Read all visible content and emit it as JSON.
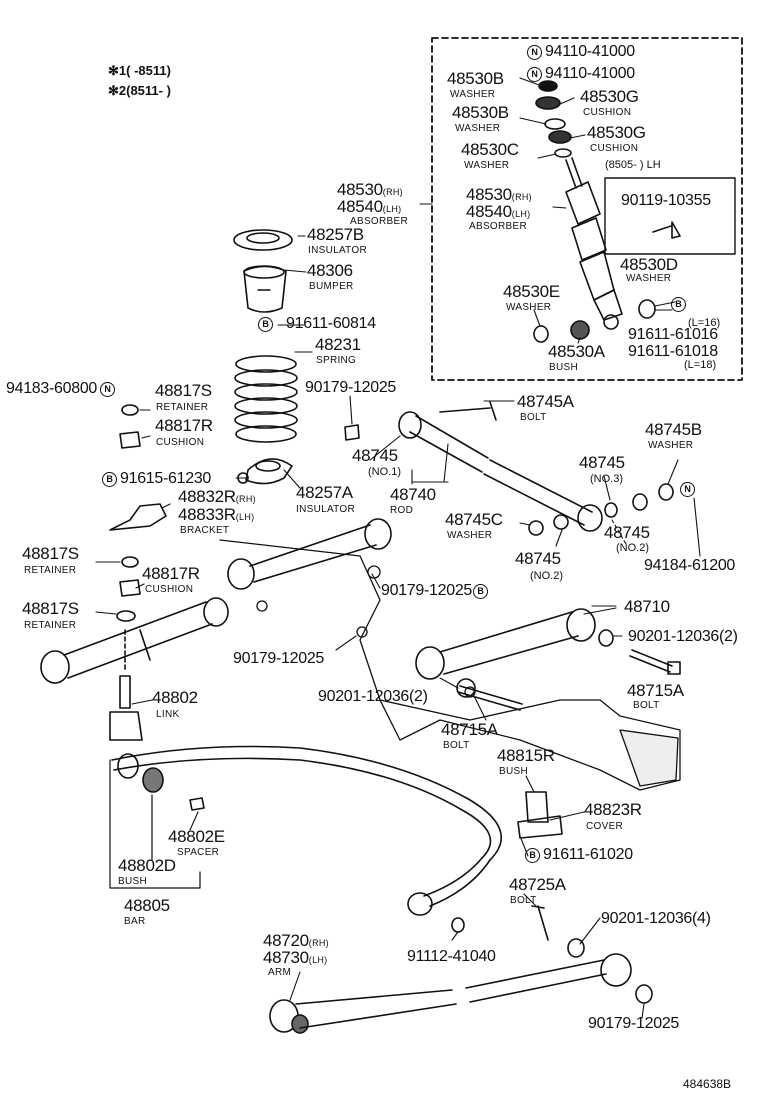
{
  "legend": {
    "row1": "✻1(     -8511)",
    "row2": "✻2(8511-     )"
  },
  "shock_box": {
    "nut1": "94110-41000",
    "nut2": "94110-41000",
    "washer_b": "48530B",
    "washer_b2": "48530B",
    "washer_c": "48530C",
    "cushion_g": "48530G",
    "cushion_g2": "48530G",
    "absorber_rh": "48530",
    "absorber_lh": "48540",
    "rh_tag": "(RH)",
    "lh_tag": "(LH)",
    "washer_e": "48530E",
    "bush_a": "48530A",
    "lh_note": "(8505-      ) LH",
    "bolt_lh": "90119-10355",
    "washer_d": "48530D",
    "bolt_l16": "91611-61016",
    "bolt_l18": "91611-61018",
    "l16": "(L=16)",
    "l18": "(L=18)",
    "outer_absorber_rh": "48530",
    "outer_absorber_lh": "48540",
    "outer_rh_tag": "(RH)",
    "outer_lh_tag": "(LH)"
  },
  "names": {
    "washer": "WASHER",
    "cushion": "CUSHION",
    "absorber": "ABSORBER",
    "bush": "BUSH",
    "insulator": "INSULATOR",
    "bumper": "BUMPER",
    "spring": "SPRING",
    "retainer": "RETAINER",
    "bracket": "BRACKET",
    "bolt": "BOLT",
    "rod": "ROD",
    "link": "LINK",
    "spacer": "SPACER",
    "bar": "BAR",
    "arm": "ARM",
    "cover": "COVER"
  },
  "parts": {
    "insulator_b": "48257B",
    "bumper": "48306",
    "bolt_60814": "91611-60814",
    "spring": "48231",
    "nut_60800": "94183-60800",
    "retainer_s1": "48817S",
    "cushion_r1": "48817R",
    "nut_12025_a": "90179-12025",
    "bolt_61230": "91615-61230",
    "bracket_rh": "48832R",
    "bracket_lh": "48833R",
    "rh": "(RH)",
    "lh": "(LH)",
    "insulator_a": "48257A",
    "rod_745_no1": "48745",
    "no1": "(NO.1)",
    "rod": "48740",
    "bolt_745a": "48745A",
    "washer_745b": "48745B",
    "rod_745_no3": "48745",
    "no3": "(NO.3)",
    "washer_745c": "48745C",
    "rod_745_no2a": "48745",
    "no2a": "(NO.2)",
    "rod_745_no2b": "48745",
    "no2b": "(NO.2)",
    "nut_61200": "94184-61200",
    "retainer_s2": "48817S",
    "cushion_r2": "48817R",
    "nut_12025_b": "90179-12025",
    "retainer_s3": "48817S",
    "arm_710": "48710",
    "washer_12036_a": "90201-12036(2)",
    "nut_12025_c": "90179-12025",
    "bolt_715a_r": "48715A",
    "washer_12036_b": "90201-12036(2)",
    "bolt_715a_l": "48715A",
    "link": "48802",
    "bush_815r": "48815R",
    "cover_823r": "48823R",
    "bolt_61020": "91611-61020",
    "spacer_802e": "48802E",
    "bush_802d": "48802D",
    "bar": "48805",
    "bolt_725a": "48725A",
    "washer_12036_c": "90201-12036(4)",
    "arm_rh": "48720",
    "arm_lh": "48730",
    "nut_41040": "91112-41040",
    "nut_12025_d": "90179-12025"
  },
  "icons": {
    "n_mark": "N",
    "b_mark": "B"
  },
  "footer": {
    "drawing_id": "484638B"
  }
}
